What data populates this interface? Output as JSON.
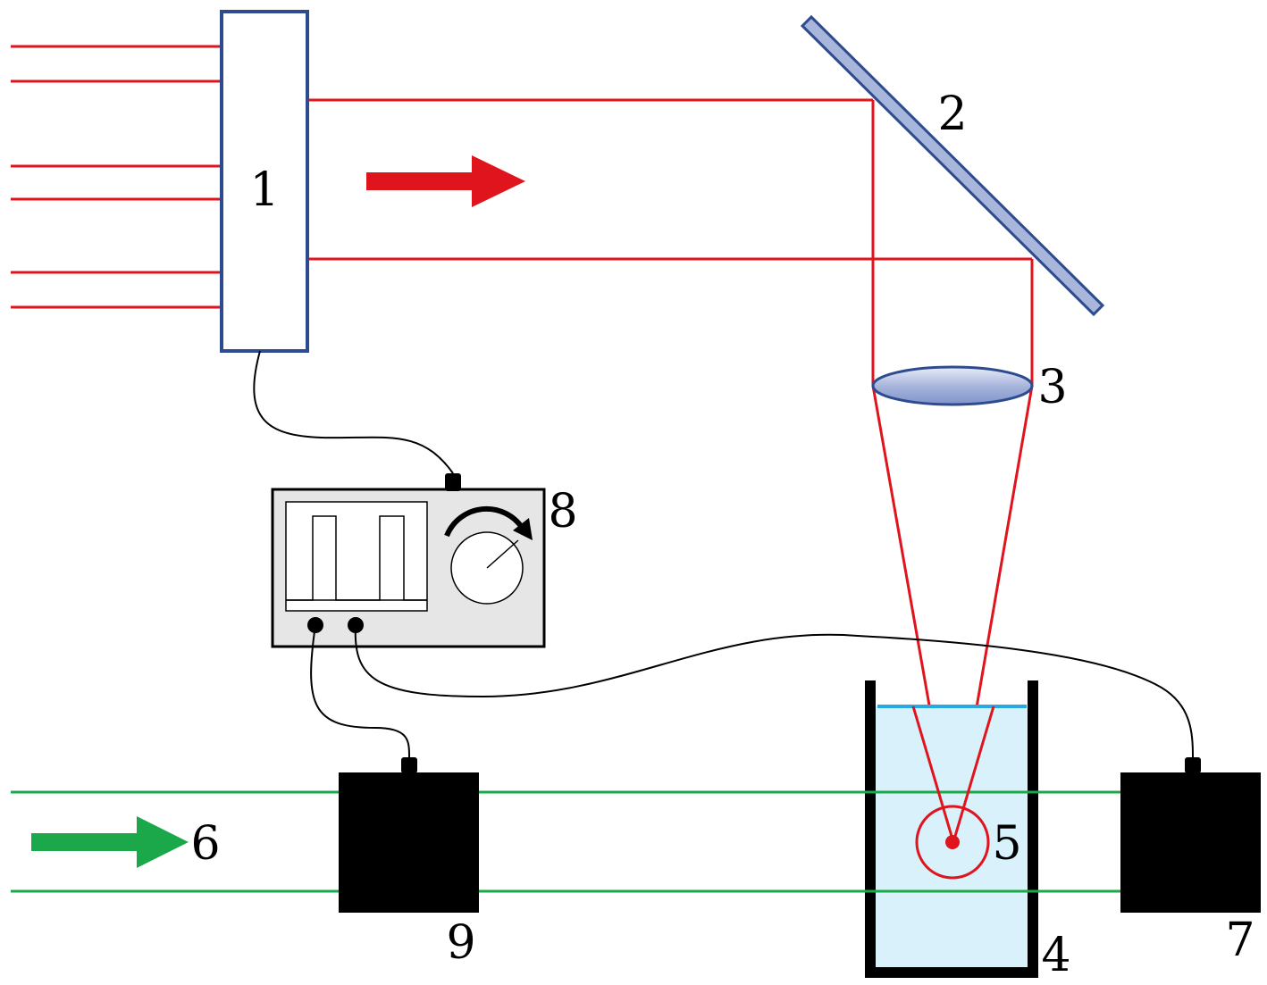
{
  "labels": {
    "modulator": "1",
    "mirror": "2",
    "lens": "3",
    "cuvette": "4",
    "bubble": "5",
    "probe_flow": "6",
    "detector": "7",
    "oscilloscope": "8",
    "reference_detector": "9"
  },
  "colors": {
    "laser_beam": "#e0141c",
    "probe_beam": "#1aa84a",
    "optics_stroke": "#2e4b8f",
    "optics_fill": "#a8b6dc",
    "liquid": "#d8f1fb",
    "liquid_surface": "#29a9e1",
    "device_body": "#e6e6e6",
    "detector": "#000000"
  }
}
